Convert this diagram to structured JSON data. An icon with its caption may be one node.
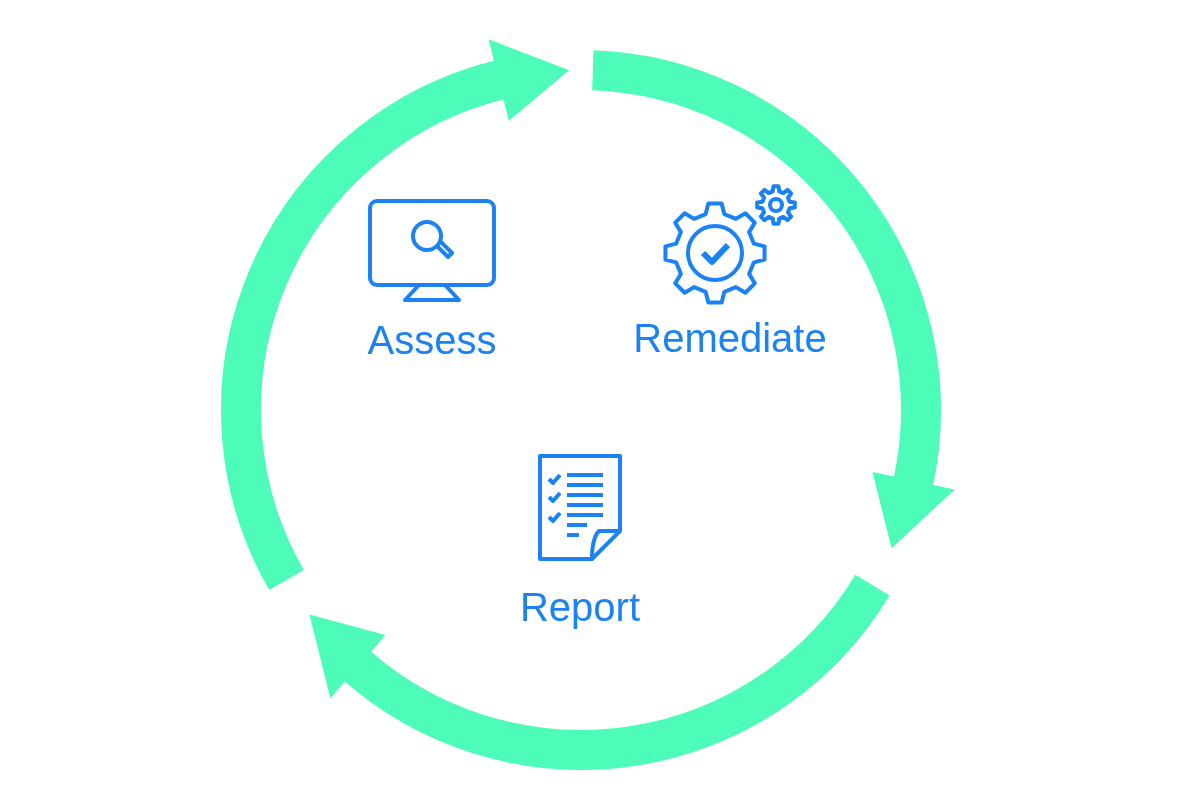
{
  "diagram": {
    "nodes": [
      {
        "text": [
          "Assess"
        ]
      },
      {
        "text": [
          "Remediate"
        ]
      },
      {
        "text": [
          "Report"
        ]
      }
    ]
  }
}
